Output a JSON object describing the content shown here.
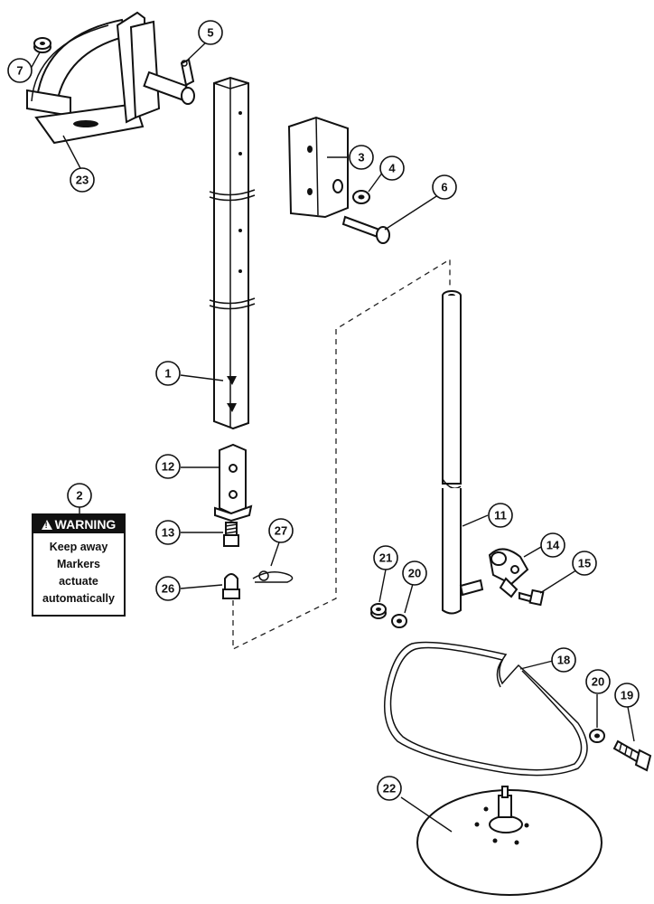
{
  "callouts": [
    {
      "id": "1",
      "label": "1"
    },
    {
      "id": "2",
      "label": "2"
    },
    {
      "id": "3",
      "label": "3"
    },
    {
      "id": "4",
      "label": "4"
    },
    {
      "id": "5",
      "label": "5"
    },
    {
      "id": "6",
      "label": "6"
    },
    {
      "id": "7",
      "label": "7"
    },
    {
      "id": "11",
      "label": "11"
    },
    {
      "id": "12",
      "label": "12"
    },
    {
      "id": "13",
      "label": "13"
    },
    {
      "id": "14",
      "label": "14"
    },
    {
      "id": "15",
      "label": "15"
    },
    {
      "id": "18",
      "label": "18"
    },
    {
      "id": "19",
      "label": "19"
    },
    {
      "id": "20a",
      "label": "20"
    },
    {
      "id": "20b",
      "label": "20"
    },
    {
      "id": "21",
      "label": "21"
    },
    {
      "id": "22",
      "label": "22"
    },
    {
      "id": "23",
      "label": "23"
    },
    {
      "id": "26",
      "label": "26"
    },
    {
      "id": "27",
      "label": "27"
    }
  ],
  "warning_decal": {
    "header": "WARNING",
    "lines": [
      "Keep away",
      "Markers",
      "actuate",
      "automatically"
    ]
  }
}
